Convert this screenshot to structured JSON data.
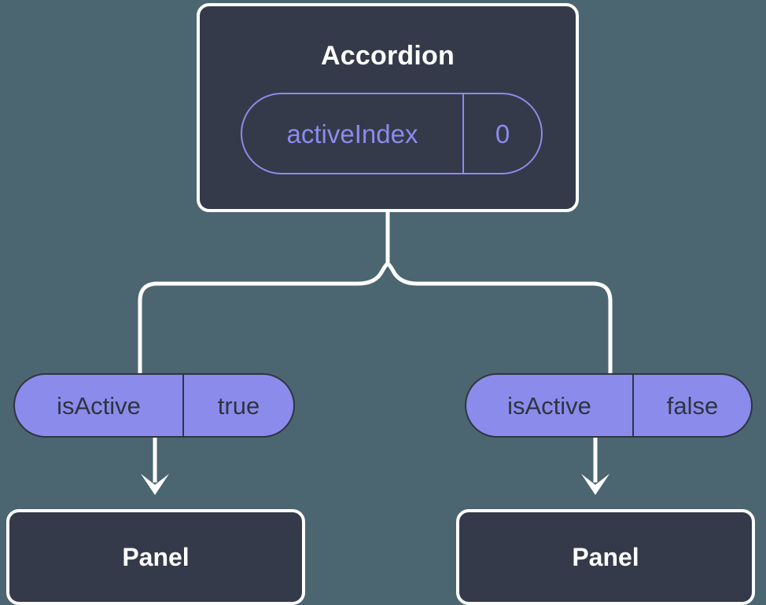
{
  "theme": {
    "background": "#4b6670",
    "box_fill": "#343a49",
    "box_border": "#ffffff",
    "accent_purple": "#8b8bec",
    "pill_text_dark": "#2f3440",
    "connector": "#ffffff"
  },
  "diagram": {
    "type": "component-state-tree",
    "root": {
      "name": "root-node",
      "title": "Accordion",
      "state_pill": {
        "key": "activeIndex",
        "value": "0",
        "style": "outlined"
      }
    },
    "branches": [
      {
        "name": "left-branch",
        "prop_pill": {
          "key": "isActive",
          "value": "true",
          "style": "filled"
        },
        "child": {
          "title": "Panel"
        }
      },
      {
        "name": "right-branch",
        "prop_pill": {
          "key": "isActive",
          "value": "false",
          "style": "filled"
        },
        "child": {
          "title": "Panel"
        }
      }
    ]
  }
}
